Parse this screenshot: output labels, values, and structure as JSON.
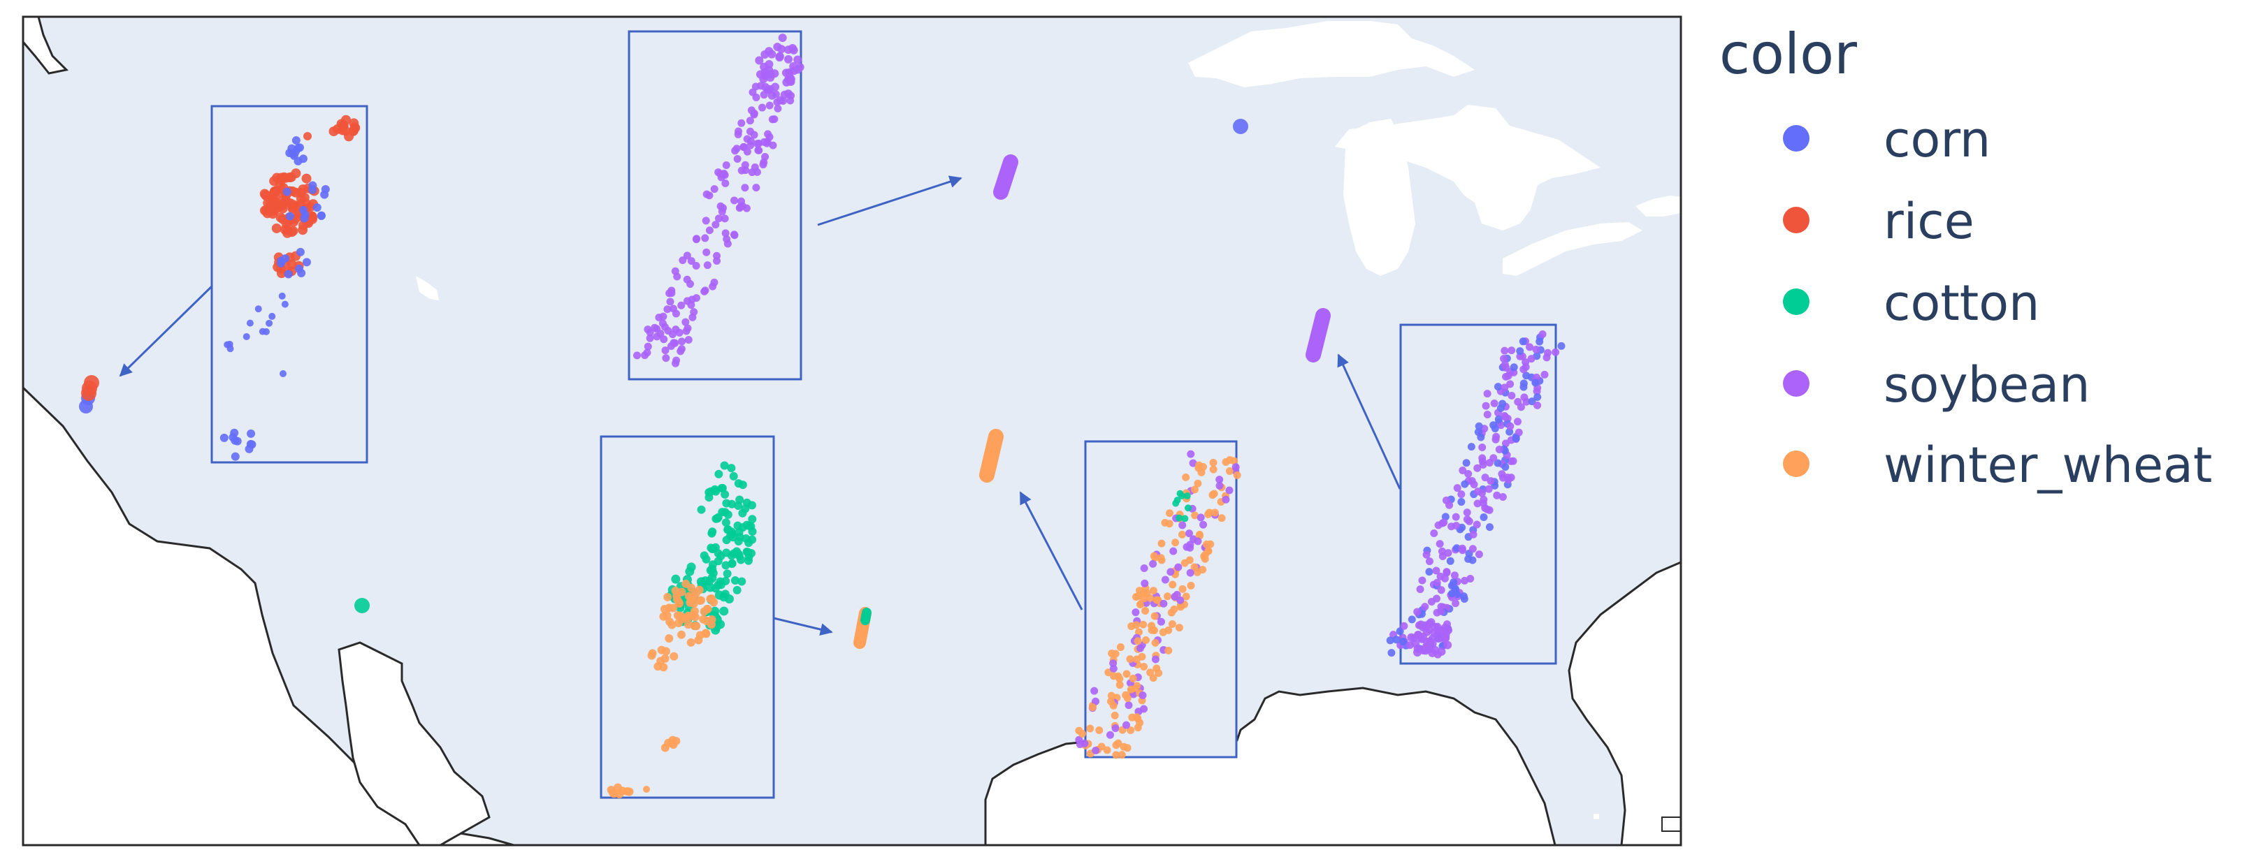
{
  "legend": {
    "title": "color",
    "items": [
      {
        "label": "corn",
        "color": "#636efa"
      },
      {
        "label": "rice",
        "color": "#ef553b"
      },
      {
        "label": "cotton",
        "color": "#00cc96"
      },
      {
        "label": "soybean",
        "color": "#ab63fa"
      },
      {
        "label": "winter_wheat",
        "color": "#ffa15a"
      }
    ]
  },
  "colors": {
    "ocean": "#e5ecf6",
    "land": "#ffffff",
    "lakes": "#ffffff",
    "coastline": "#2a2a2a",
    "inset_border": "#3f63c4",
    "arrow": "#3f63c4"
  }
}
